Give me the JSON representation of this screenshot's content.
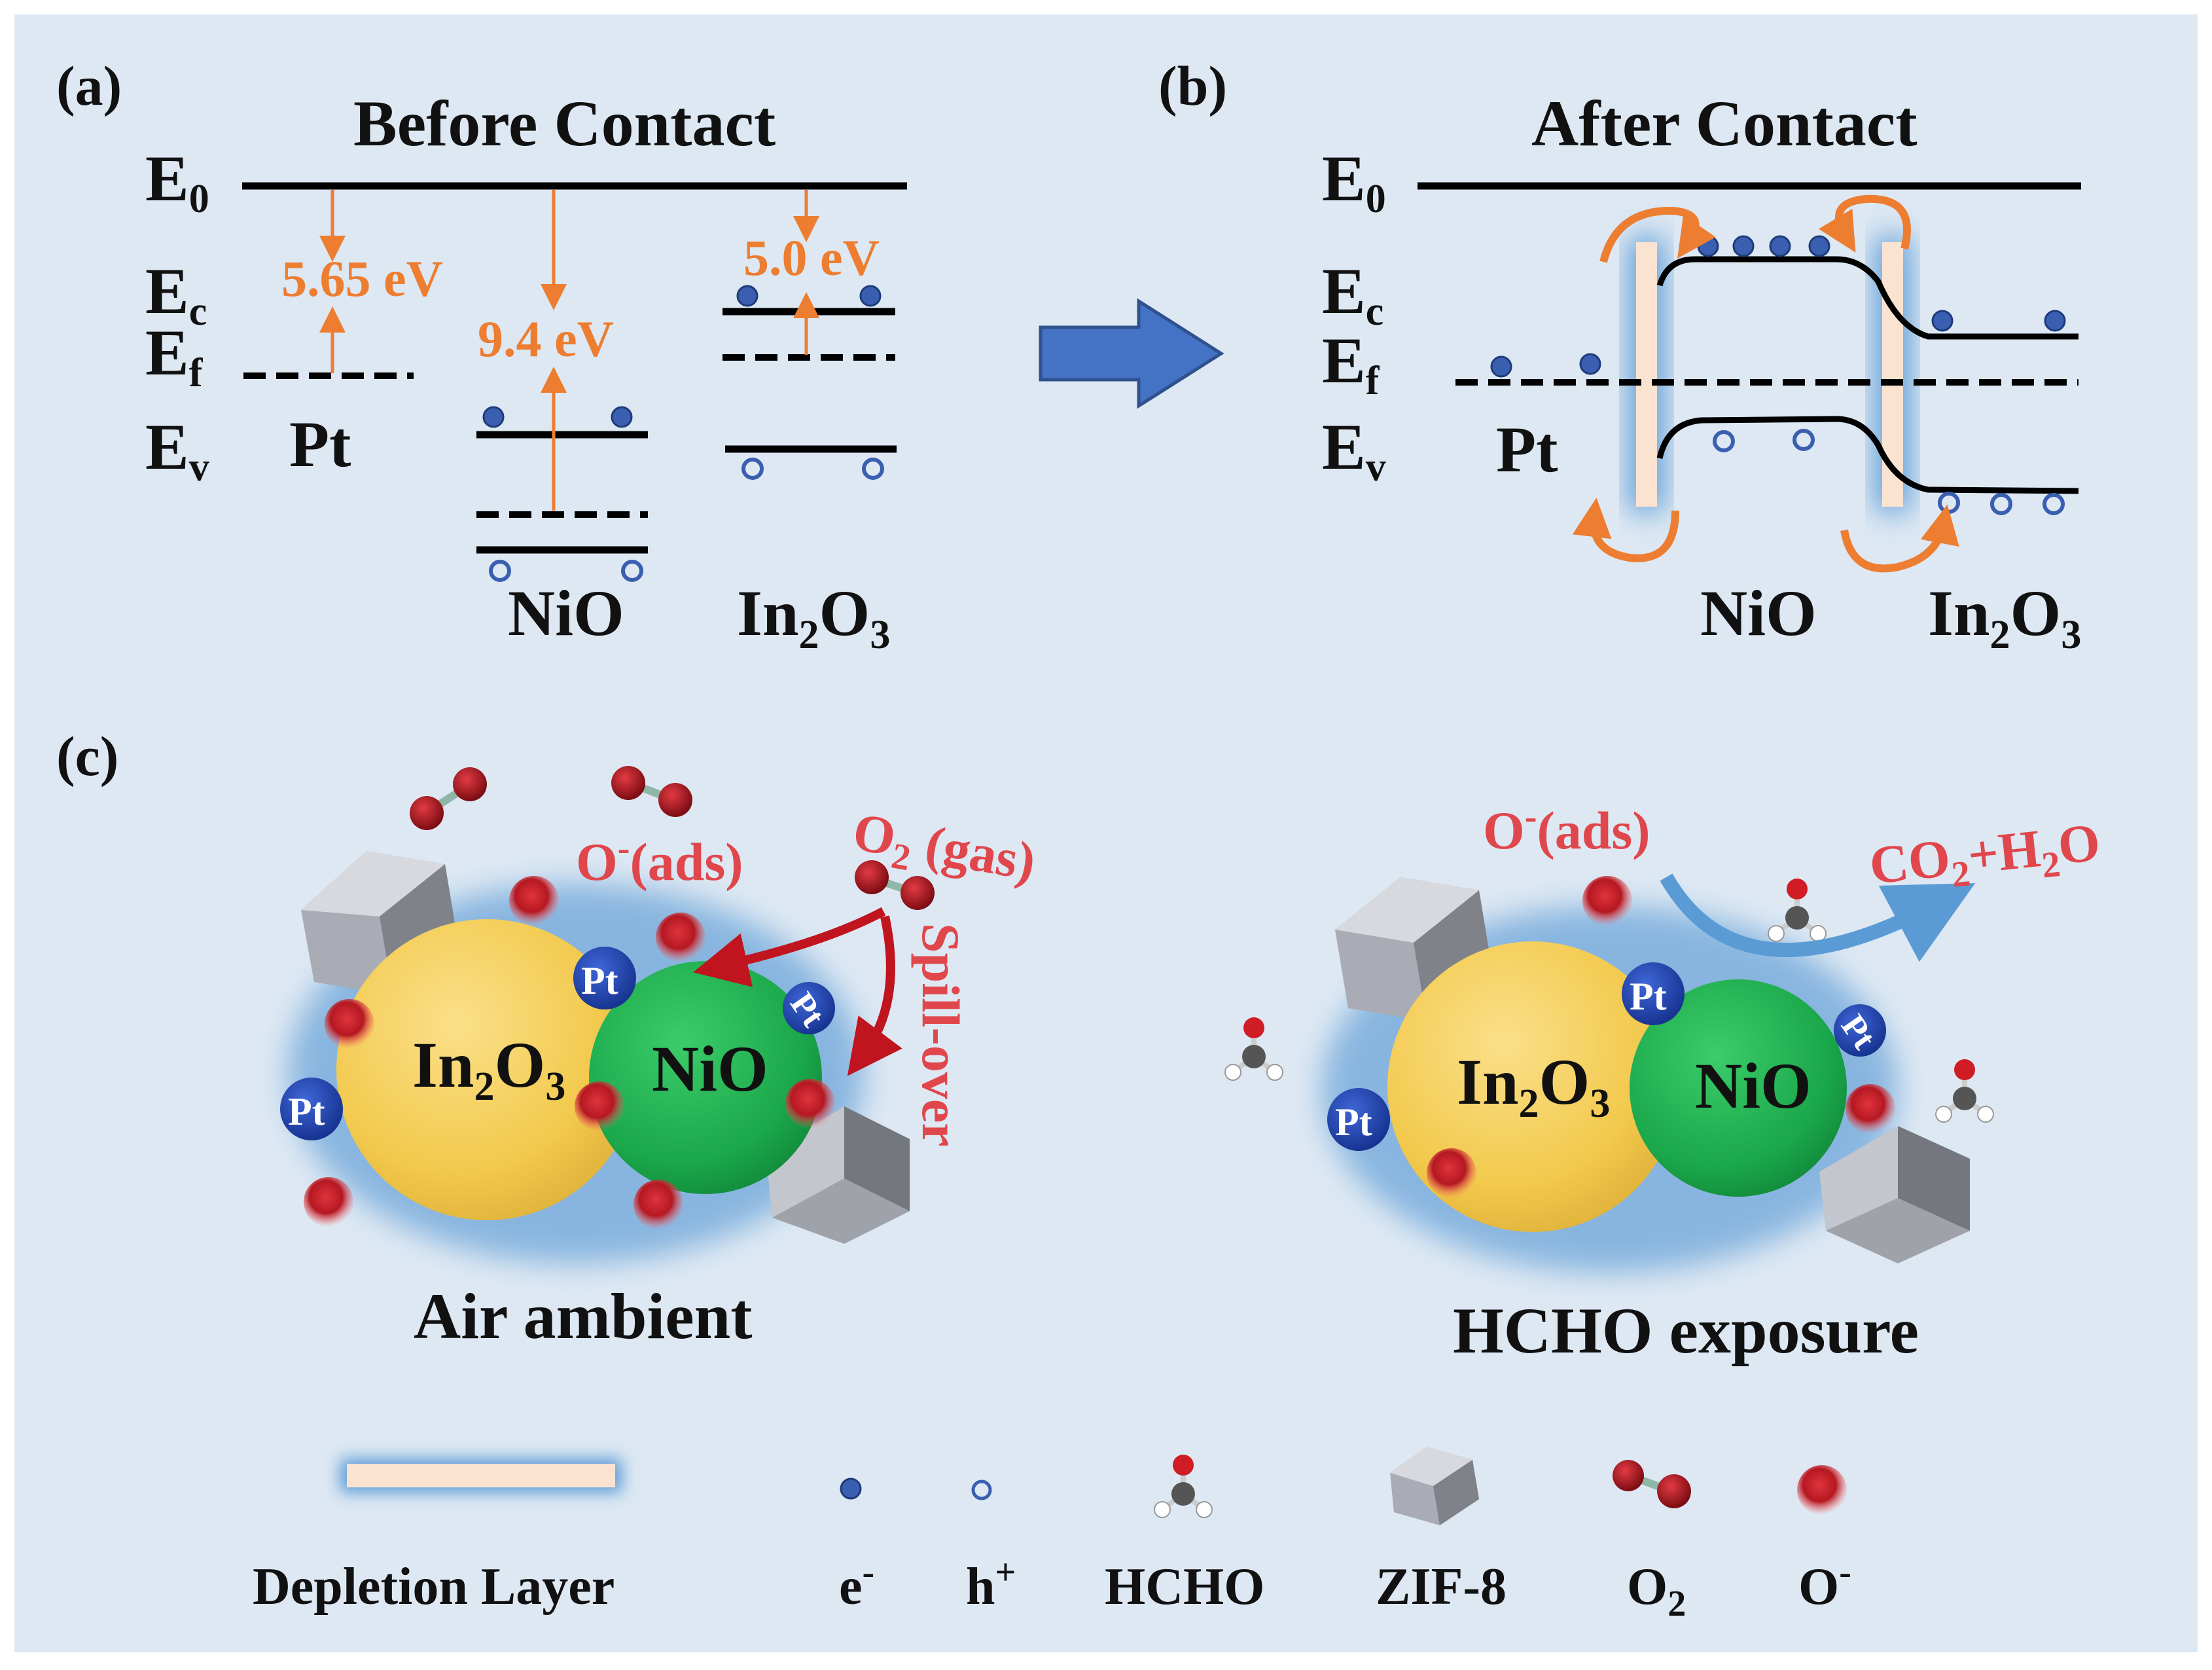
{
  "colors": {
    "background": "#dde8f3",
    "orange": "#ed7d31",
    "red_text": "#e0474c",
    "blue_arrow": "#4472c4",
    "in2o3": "#f2c94c",
    "nio": "#1aa64a",
    "pt": "#1f3fa8",
    "electron": "#3a5fb0",
    "depletion": "#fbe3d2"
  },
  "panel_a": {
    "label": "(a)",
    "title": "Before Contact",
    "e0": "E",
    "e0_sub": "0",
    "ec": "E",
    "ec_sub": "c",
    "ef": "E",
    "ef_sub": "f",
    "ev": "E",
    "ev_sub": "v",
    "pt_label": "Pt",
    "nio_label": "NiO",
    "in2o3_label": "In",
    "in2o3_sub1": "2",
    "in2o3_mid": "O",
    "in2o3_sub2": "3",
    "energy_pt": "5.65 eV",
    "energy_nio": "9.4 eV",
    "energy_in2o3": "5.0 eV"
  },
  "panel_b": {
    "label": "(b)",
    "title": "After Contact",
    "e0": "E",
    "e0_sub": "0",
    "ec": "E",
    "ec_sub": "c",
    "ef": "E",
    "ef_sub": "f",
    "ev": "E",
    "ev_sub": "v",
    "pt_label": "Pt",
    "nio_label": "NiO",
    "in2o3_label": "In",
    "in2o3_sub1": "2",
    "in2o3_mid": "O",
    "in2o3_sub2": "3"
  },
  "panel_c": {
    "label": "(c)",
    "left": {
      "caption": "Air ambient",
      "ads_label": "O",
      "ads_sup": "-",
      "ads_rest": "(ads)",
      "gas_label": "O",
      "gas_sub": "2",
      "gas_rest": " (gas)",
      "spill_label": "Spill-over",
      "in2o3": "In",
      "in2o3_sub1": "2",
      "in2o3_mid": "O",
      "in2o3_sub2": "3",
      "nio": "NiO",
      "pt": "Pt"
    },
    "right": {
      "caption": "HCHO exposure",
      "ads_label": "O",
      "ads_sup": "-",
      "ads_rest": "(ads)",
      "product_a": "CO",
      "product_sub": "2",
      "product_b": "+H",
      "product_sub2": "2",
      "product_c": "O",
      "in2o3": "In",
      "in2o3_sub1": "2",
      "in2o3_mid": "O",
      "in2o3_sub2": "3",
      "nio": "NiO",
      "pt": "Pt"
    }
  },
  "legend": {
    "depletion": "Depletion Layer",
    "electron": "e",
    "electron_sup": "-",
    "hole": "h",
    "hole_sup": "+",
    "hcho": "HCHO",
    "zif8": "ZIF-8",
    "o2": "O",
    "o2_sub": "2",
    "o_minus": "O",
    "o_minus_sup": "-"
  }
}
